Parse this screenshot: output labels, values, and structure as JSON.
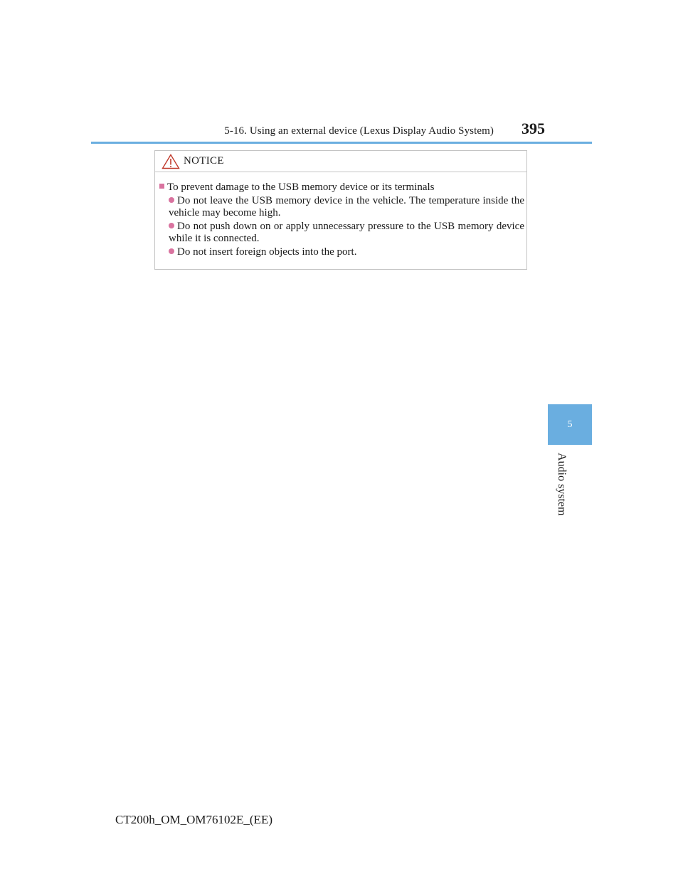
{
  "header": {
    "section_title": "5-16. Using an external device (Lexus Display Audio System)",
    "page_number": "395"
  },
  "notice": {
    "title": "NOTICE",
    "subheading": "To prevent damage to the USB memory device or its terminals",
    "items": [
      "Do not leave the USB memory device in the vehicle. The temperature inside the vehicle may become high.",
      "Do not push down on or apply unnecessary pressure to the USB memory device while it is connected.",
      "Do not insert foreign objects into the port."
    ]
  },
  "side_tab": {
    "chapter_number": "5",
    "chapter_title": "Audio system"
  },
  "footer": {
    "document_code": "CT200h_OM_OM76102E_(EE)"
  },
  "colors": {
    "accent_blue": "#6aaee0",
    "bullet_pink": "#d9739f",
    "warning_icon": "#c0392b"
  }
}
